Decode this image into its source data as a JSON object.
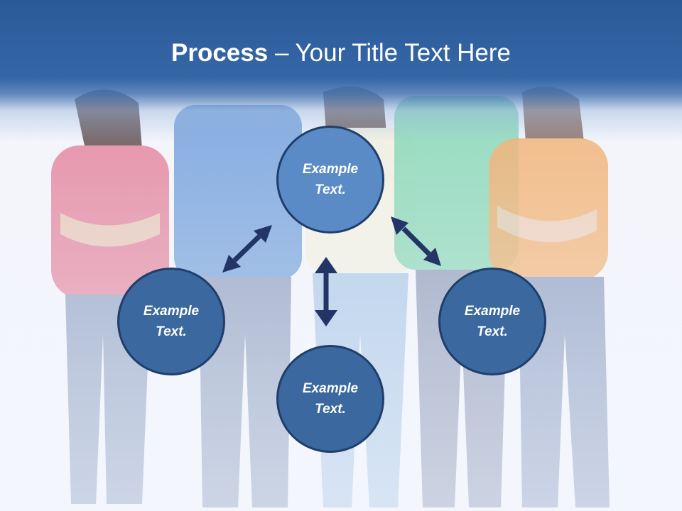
{
  "slide": {
    "title_bold": "Process",
    "title_rest": " – Your Title Text Here"
  },
  "diagram": {
    "nodes": [
      {
        "id": "top",
        "label": "Example Text."
      },
      {
        "id": "left",
        "label": "Example Text."
      },
      {
        "id": "bottom",
        "label": "Example Text."
      },
      {
        "id": "right",
        "label": "Example Text."
      }
    ],
    "colors": {
      "header": "#2b5a98",
      "node_top": "#5b8bc6",
      "node_default": "#3a689f",
      "node_border": "#1f3e6a",
      "arrow": "#233567"
    }
  },
  "background": {
    "people_shirt_colors": [
      "#e2738f",
      "#5f93d6",
      "#f1efdc",
      "#79d2ad",
      "#f2a962"
    ]
  }
}
